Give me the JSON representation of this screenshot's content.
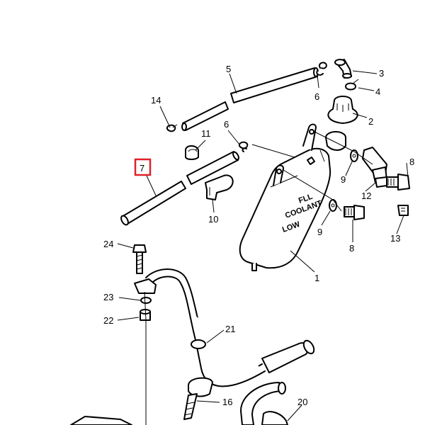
{
  "callouts": [
    {
      "id": "1",
      "label": "1"
    },
    {
      "id": "2",
      "label": "2"
    },
    {
      "id": "3",
      "label": "3"
    },
    {
      "id": "4",
      "label": "4"
    },
    {
      "id": "5",
      "label": "5"
    },
    {
      "id": "6a",
      "label": "6"
    },
    {
      "id": "6b",
      "label": "6"
    },
    {
      "id": "7",
      "label": "7",
      "highlighted": true
    },
    {
      "id": "8a",
      "label": "8"
    },
    {
      "id": "8b",
      "label": "8"
    },
    {
      "id": "9a",
      "label": "9"
    },
    {
      "id": "9b",
      "label": "9"
    },
    {
      "id": "10",
      "label": "10"
    },
    {
      "id": "11",
      "label": "11"
    },
    {
      "id": "12",
      "label": "12"
    },
    {
      "id": "13",
      "label": "13"
    },
    {
      "id": "14",
      "label": "14"
    },
    {
      "id": "16",
      "label": "16"
    },
    {
      "id": "20",
      "label": "20"
    },
    {
      "id": "21",
      "label": "21"
    },
    {
      "id": "22",
      "label": "22"
    },
    {
      "id": "23",
      "label": "23"
    },
    {
      "id": "24",
      "label": "24"
    }
  ],
  "tank_embossing": {
    "line1": "FLL",
    "line2": "COOLANT",
    "line3": "LOW"
  },
  "colors": {
    "line": "#000000",
    "highlight": "#e0202a",
    "background": "#ffffff"
  }
}
